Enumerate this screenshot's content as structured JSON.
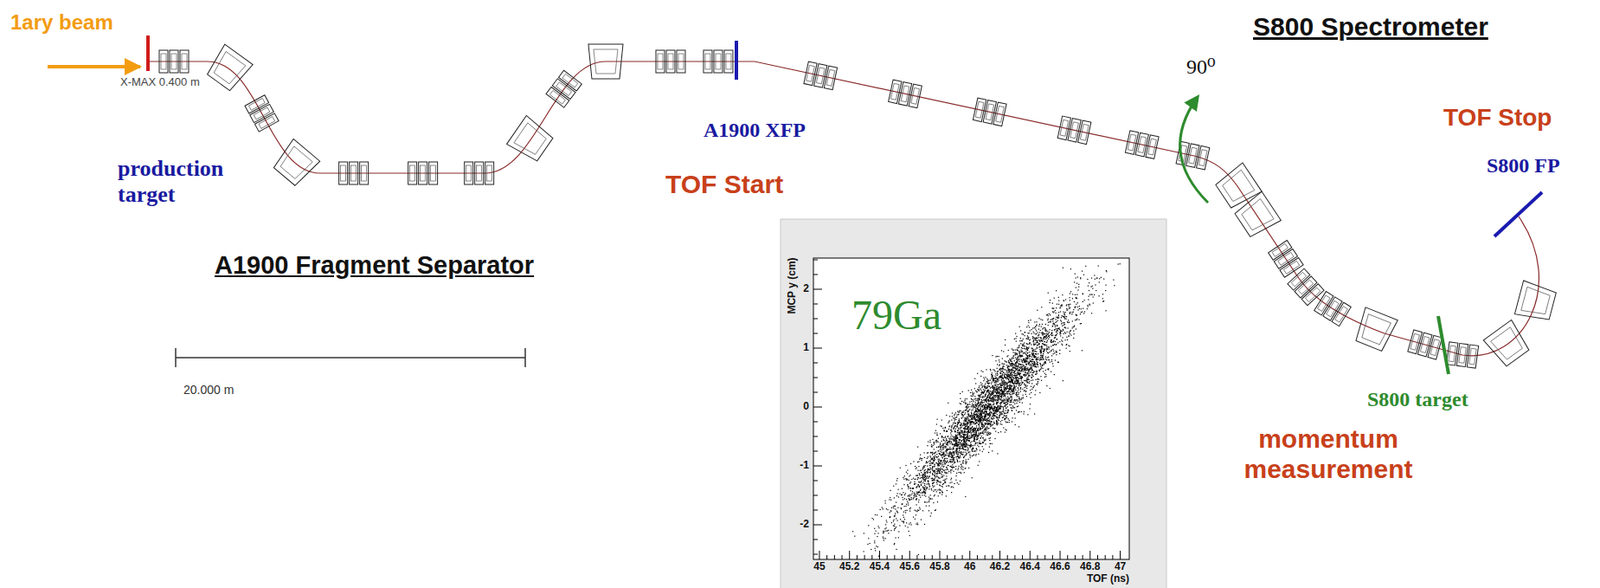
{
  "diagram": {
    "labels": [
      "1ary beam",
      "X-MAX  0.400 m",
      "production target",
      "A1900 Fragment Separator",
      "20.000 m",
      "A1900 XFP",
      "TOF Start",
      "90⁰",
      "S800 Spectrometer",
      "TOF Stop",
      "S800 FP",
      "S800 target",
      "momentum measurement",
      "79Ga",
      "MCP y (cm)",
      "TOF (ns)",
      "2",
      "1",
      "0",
      "-1",
      "-2",
      "45",
      "45.2",
      "45.4",
      "45.6",
      "45.8",
      "46",
      "46.2",
      "46.4",
      "46.6",
      "46.8",
      "47"
    ]
  }
}
